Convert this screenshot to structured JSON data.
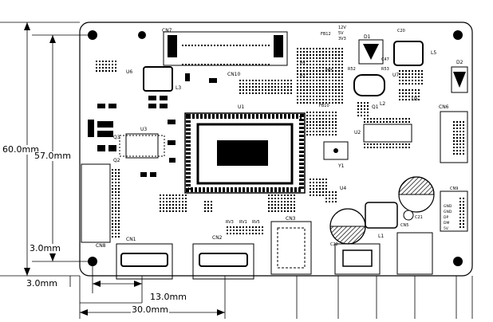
{
  "dimensions": {
    "height_outer": "60.0mm",
    "height_holes": "57.0mm",
    "hole_bottom_offset": "3.0mm",
    "hole_side_offset": "3.0mm",
    "connector_spacing": "13.0mm",
    "connector_offset": "30.0mm"
  },
  "board": {
    "chip_label": "U1",
    "labels": {
      "cn7": "CN7",
      "cn10": "CN10",
      "cn8": "CN8",
      "cn9": "CN9",
      "cn6": "CN6",
      "cn1": "CN1",
      "cn2": "CN2",
      "cn3": "CN3",
      "cn5": "CN5",
      "u2": "U2",
      "u3": "U3",
      "u4": "U4",
      "u5": "U5",
      "u6": "U6",
      "u7": "U7",
      "l1": "L1",
      "l2": "L2",
      "l3": "L3",
      "l5": "L5",
      "d1": "D1",
      "d2": "D2",
      "q1": "Q1",
      "q2": "Q2",
      "q3": "Q3",
      "y1": "Y1",
      "c20": "C20",
      "c21": "C21",
      "c22": "C22",
      "c47": "C47",
      "fb10": "FB10",
      "fb5": "FB5",
      "fb12": "FB12",
      "r4": "R4",
      "r5": "R5",
      "r52": "R52",
      "r53": "R53",
      "rv3": "RV3",
      "rv1": "RV1",
      "rv5": "RV5",
      "v12": "12V",
      "v5": "5V",
      "v33": "3V3",
      "gnd_a": "GND",
      "gnd_b": "GND",
      "dp": "DP",
      "dm": "DM",
      "v5b": "5V"
    }
  }
}
